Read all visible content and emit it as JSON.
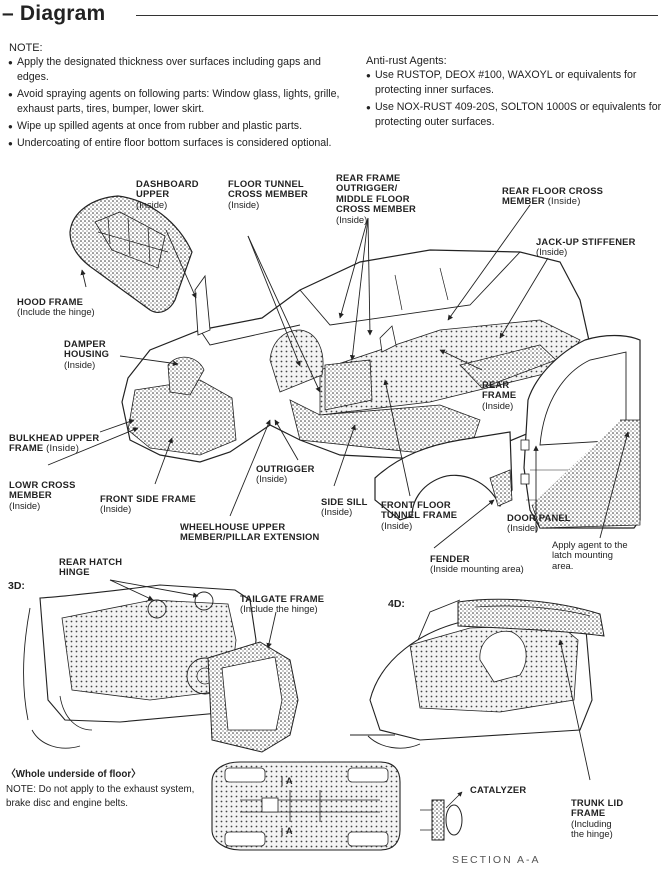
{
  "section_title": "Diagram",
  "note": {
    "heading": "NOTE:",
    "items": [
      "Apply the designated thickness over surfaces including gaps and edges.",
      "Avoid spraying agents on following parts: Window glass, lights, grille, exhaust parts, tires, bumper, lower skirt.",
      "Wipe up spilled agents at once from rubber and plastic parts.",
      "Undercoating of entire floor bottom surfaces is considered optional."
    ]
  },
  "anti_rust": {
    "heading": "Anti-rust Agents:",
    "items": [
      "Use RUSTOP, DEOX #100, WAXOYL or equivalents for protecting inner surfaces.",
      "Use NOX-RUST 409-20S, SOLTON 1000S or equivalents for protecting outer surfaces."
    ]
  },
  "labels": {
    "dashboard_upper": {
      "name1": "DASHBOARD",
      "name2": "UPPER",
      "note": "(Inside)"
    },
    "floor_tunnel_cross": {
      "name1": "FLOOR TUNNEL",
      "name2": "CROSS MEMBER",
      "note": "(Inside)"
    },
    "rear_frame_outrigger": {
      "name1": "REAR FRAME",
      "name2": "OUTRIGGER/",
      "name3": "MIDDLE FLOOR",
      "name4": "CROSS MEMBER",
      "note": "(Inside)"
    },
    "rear_floor_cross": {
      "name1": "REAR FLOOR CROSS",
      "name2": "MEMBER",
      "note": "(Inside)"
    },
    "jack_up": {
      "name1": "JACK-UP STIFFENER",
      "note": "(Inside)"
    },
    "hood_frame": {
      "name1": "HOOD FRAME",
      "note": "(Include the hinge)"
    },
    "damper_housing": {
      "name1": "DAMPER",
      "name2": "HOUSING",
      "note": "(Inside)"
    },
    "rear_frame": {
      "name1": "REAR",
      "name2": "FRAME",
      "note": "(Inside)"
    },
    "bulkhead_upper": {
      "name1": "BULKHEAD UPPER",
      "name2": "FRAME",
      "note": "(Inside)"
    },
    "lowr_cross": {
      "name1": "LOWR CROSS",
      "name2": "MEMBER",
      "note": "(Inside)"
    },
    "front_side_frame": {
      "name1": "FRONT SIDE FRAME",
      "note": "(Inside)"
    },
    "outrigger": {
      "name1": "OUTRIGGER",
      "note": "(Inside)"
    },
    "side_sill": {
      "name1": "SIDE SILL",
      "note": "(Inside)"
    },
    "front_floor_tunnel": {
      "name1": "FRONT FLOOR",
      "name2": "TUNNEL FRAME",
      "note": "(Inside)"
    },
    "door_panel": {
      "name1": "DOOR PANEL",
      "note": "(Inside)"
    },
    "apply_latch": {
      "line1": "Apply agent to the",
      "line2": "latch mounting",
      "line3": "area."
    },
    "wheelhouse": {
      "name1": "WHEELHOUSE UPPER",
      "name2": "MEMBER/PILLAR EXTENSION"
    },
    "fender": {
      "name1": "FENDER",
      "note": "(Inside mounting area)"
    },
    "rear_hatch_hinge": {
      "name1": "REAR HATCH",
      "name2": "HINGE"
    },
    "tailgate_frame": {
      "name1": "TAILGATE FRAME",
      "note": "(Include the hinge)"
    },
    "trunk_lid": {
      "name1": "TRUNK LID",
      "name2": "FRAME",
      "note1": "(Including",
      "note2": "the hinge)"
    },
    "catalyzer": {
      "name1": "CATALYZER"
    }
  },
  "variants": {
    "three_door": "3D:",
    "four_door": "4D:"
  },
  "underside": {
    "heading": "〈Whole underside of floor〉",
    "note": "NOTE: Do not apply to the exhaust system, brake disc and engine belts."
  },
  "section_markers": {
    "a_top": "A",
    "a_bottom": "A"
  },
  "section_caption": "SECTION A-A"
}
